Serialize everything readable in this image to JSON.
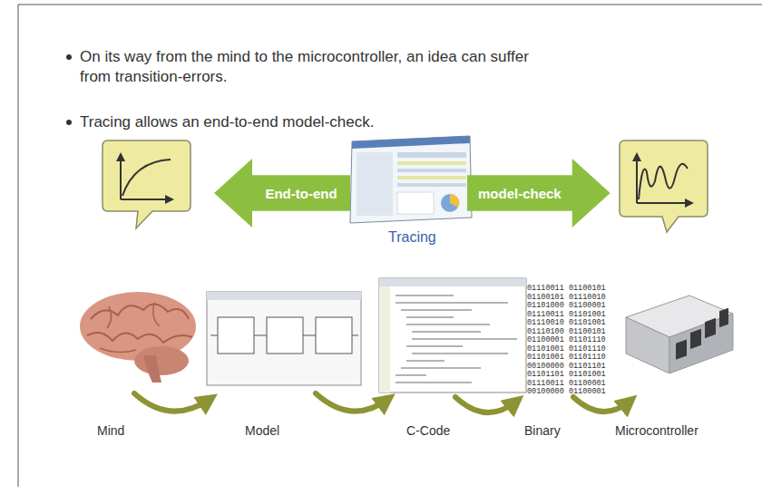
{
  "diagram": {
    "nodes": [
      {
        "text": [
          "End-to-end"
        ]
      },
      {
        "text": [
          "model-check"
        ]
      }
    ],
    "labels": [
      "On its way from the mind to the microcontroller, an idea can suffer from transition-errors.",
      "Tracing allows an end-to-end model-check.",
      "Tracing",
      "Mind",
      "Model",
      "C-Code",
      "01110011 01100101 01100101 01110010 01101000 01100001 01110011 01101001 01110010 01101001 01110100 01100101 01100001 01101110 01101001 01101110 01101001 01101110 00100000 01101101 01101101 01101001 01110011 01100001 00100000 01100001",
      "Binary",
      "Microcontroller"
    ]
  }
}
